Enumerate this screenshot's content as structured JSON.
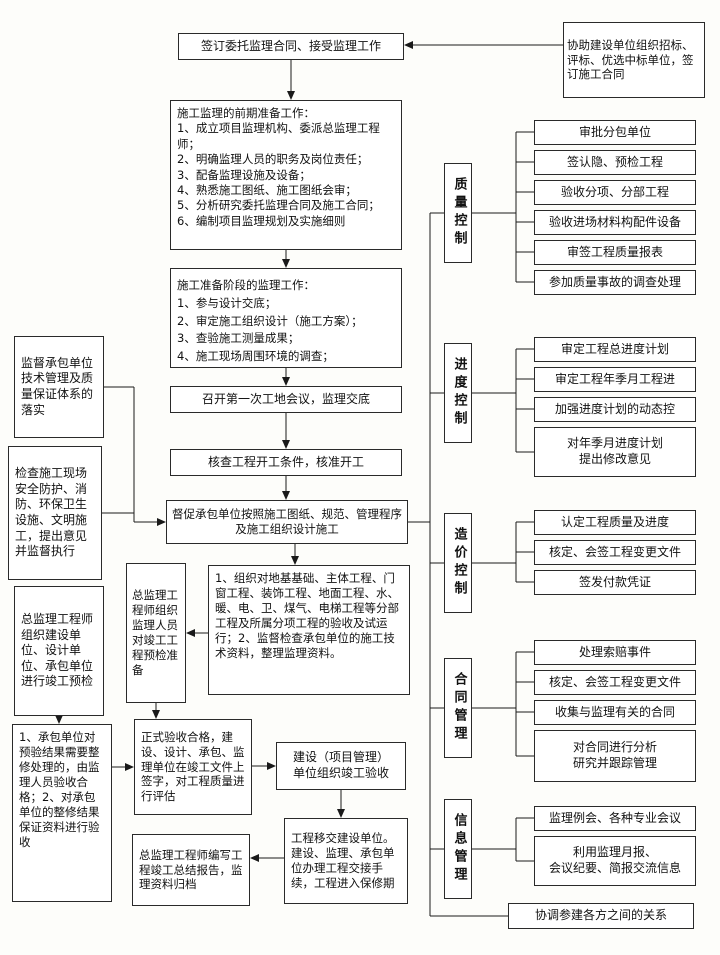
{
  "flow": {
    "contract": "签订委托监理合同、接受监理工作",
    "assist": "协助建设单位组织招标、评标、优选中标单位，签订施工合同",
    "prework": {
      "title": "施工监理的前期准备工作：",
      "items": [
        "1、成立项目监理机构、委派总监理工程师；",
        "2、明确监理人员的职务及岗位责任；",
        "3、配备监理设施及设备；",
        "4、熟悉施工图纸、施工图纸会审；",
        "5、分析研究委托监理合同及施工合同；",
        "6、编制项目监理规划及实施细则"
      ]
    },
    "prepare": {
      "title": "施工准备阶段的监理工作：",
      "items": [
        "1、参与设计交底；",
        "2、审定施工组织设计（施工方案）；",
        "3、查验施工测量成果；",
        "4、施工现场周围环境的调查；"
      ]
    },
    "first_meeting": "召开第一次工地会议，监理交底",
    "check_start": "核查工程开工条件，核准开工",
    "supervise": "督促承包单位按照施工图纸、规范、管理程序及施工组织设计施工",
    "organize": "1、组织对地基基础、主体工程、门窗工程、装饰工程、地面工程、水、暖、电、卫、煤气、电梯工程等分部工程及所属分项工程的验收及试运行；2、监督检查承包单位的施工技术资料，整理监理资料。",
    "left_quality": "监督承包单位技术管理及质量保证体系的落实",
    "left_safety": "检查施工现场安全防护、消防、环保卫生设施、文明施工，提出意见并监督执行",
    "left_precheck": "总监理工程师组织建设单位、设计单位、承包单位进行竣工预检",
    "mid_precheck": "总监理工程师组织监理人员对竣工工程预检准备",
    "rework": "1、承包单位对预验结果需要整修处理的，由监理人员验收合格；2、对承包单位的整修结果保证资料进行验收",
    "formal": "正式验收合格，建设、设计、承包、监理单位在竣工文件上签字，对工程质量进行评估",
    "completion": "建设（项目管理）\n单位组织竣工验收",
    "transfer": "工程移交建设单位。建设、监理、承包单位办理工程交接手续，工程进入保修期",
    "summary": "总监理工程师编写工程竣工总结报告，监理资料归档"
  },
  "categories": [
    {
      "label": "质量控制",
      "items": [
        "审批分包单位",
        "签认隐、预检工程",
        "验收分项、分部工程",
        "验收进场材料构配件设备",
        "审签工程质量报表",
        "参加质量事故的调查处理"
      ]
    },
    {
      "label": "进度控制",
      "items": [
        "审定工程总进度计划",
        "审定工程年季月工程进",
        "加强进度计划的动态控",
        "对年季月进度计划\n提出修改意见"
      ]
    },
    {
      "label": "造价控制",
      "items": [
        "认定工程质量及进度",
        "核定、会签工程变更文件",
        "签发付款凭证"
      ]
    },
    {
      "label": "合同管理",
      "items": [
        "处理索赔事件",
        "核定、会签工程变更文件",
        "收集与监理有关的合同",
        "对合同进行分析\n研究并跟踪管理"
      ]
    },
    {
      "label": "信息管理",
      "items": [
        "监理例会、各种专业会议",
        "利用监理月报、\n会议纪要、简报交流信息"
      ]
    }
  ],
  "coordinate": "协调参建各方之间的关系"
}
